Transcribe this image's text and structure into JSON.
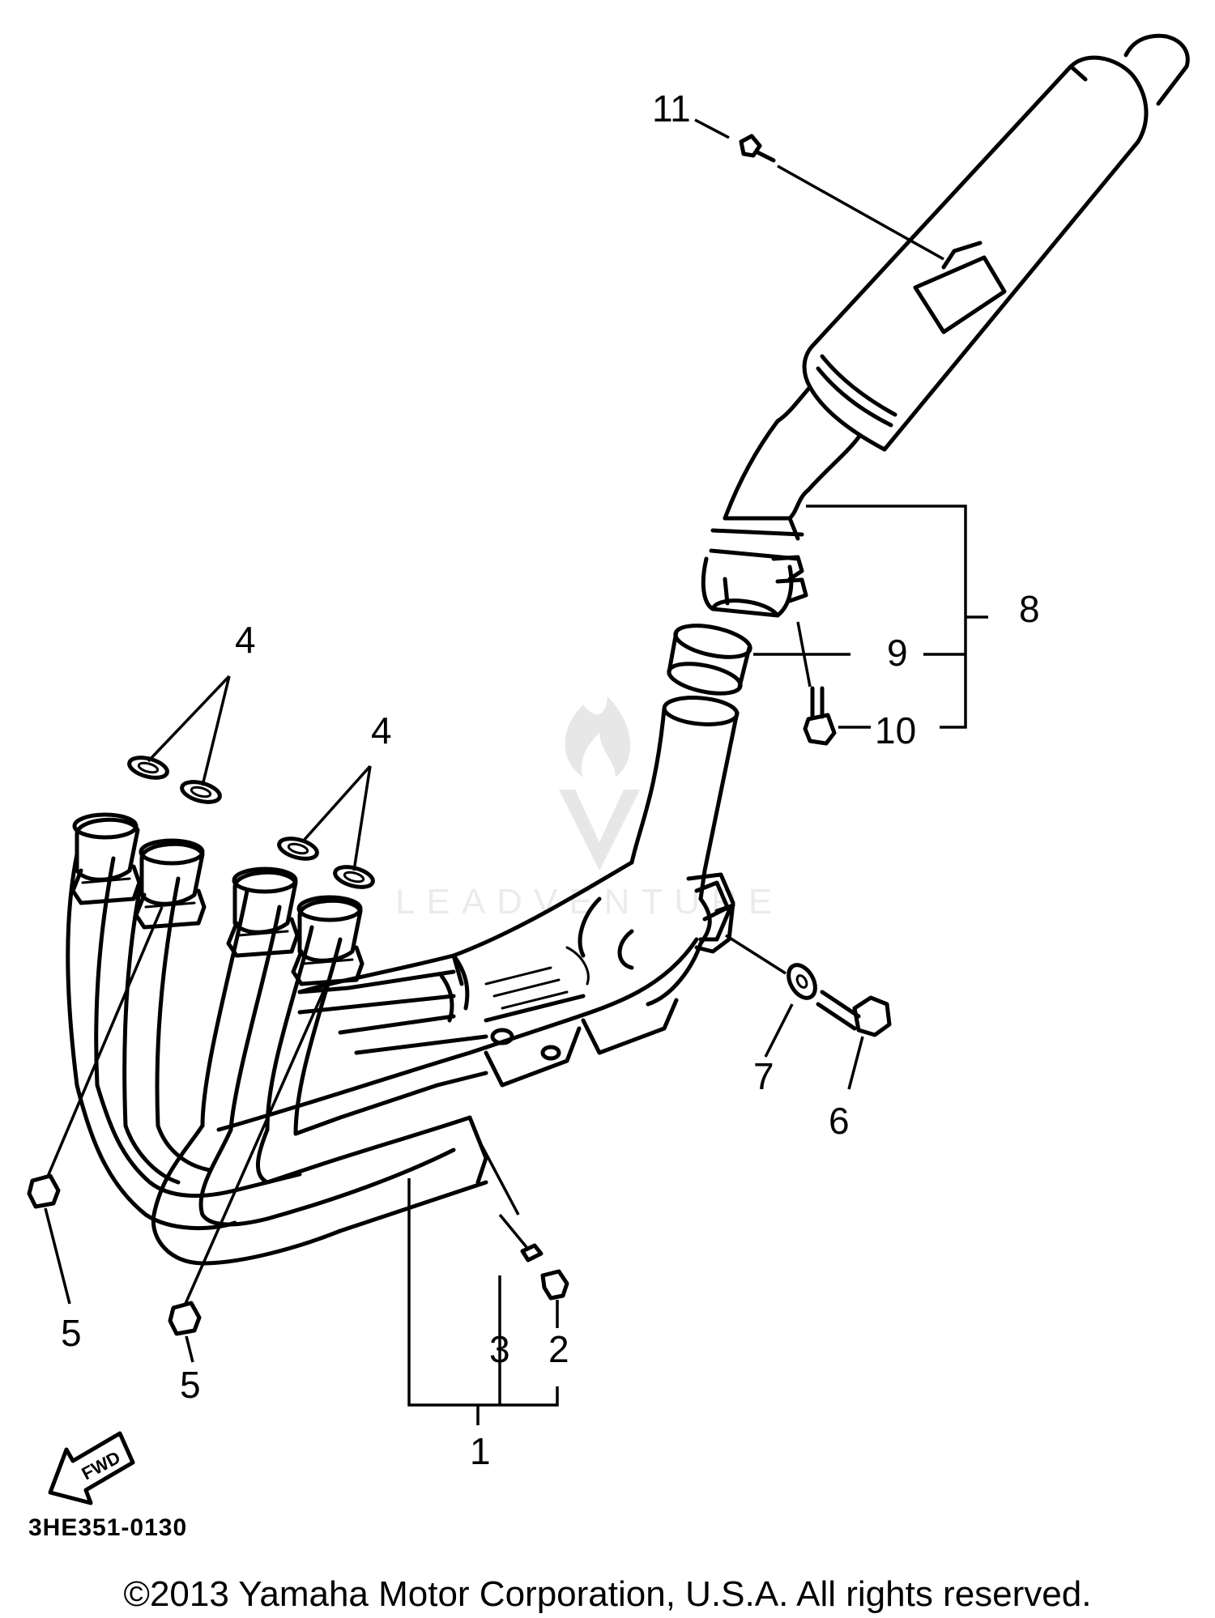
{
  "callouts": {
    "c1": "1",
    "c2": "2",
    "c3": "3",
    "c4a": "4",
    "c4b": "4",
    "c5a": "5",
    "c5b": "5",
    "c6": "6",
    "c7": "7",
    "c8": "8",
    "c9": "9",
    "c10": "10",
    "c11": "11"
  },
  "diagram_code": "3HE351-0130",
  "fwd_label": "FWD",
  "watermark": "LEADVENTURE",
  "copyright": "©2013 Yamaha Motor Corporation, U.S.A. All rights reserved."
}
